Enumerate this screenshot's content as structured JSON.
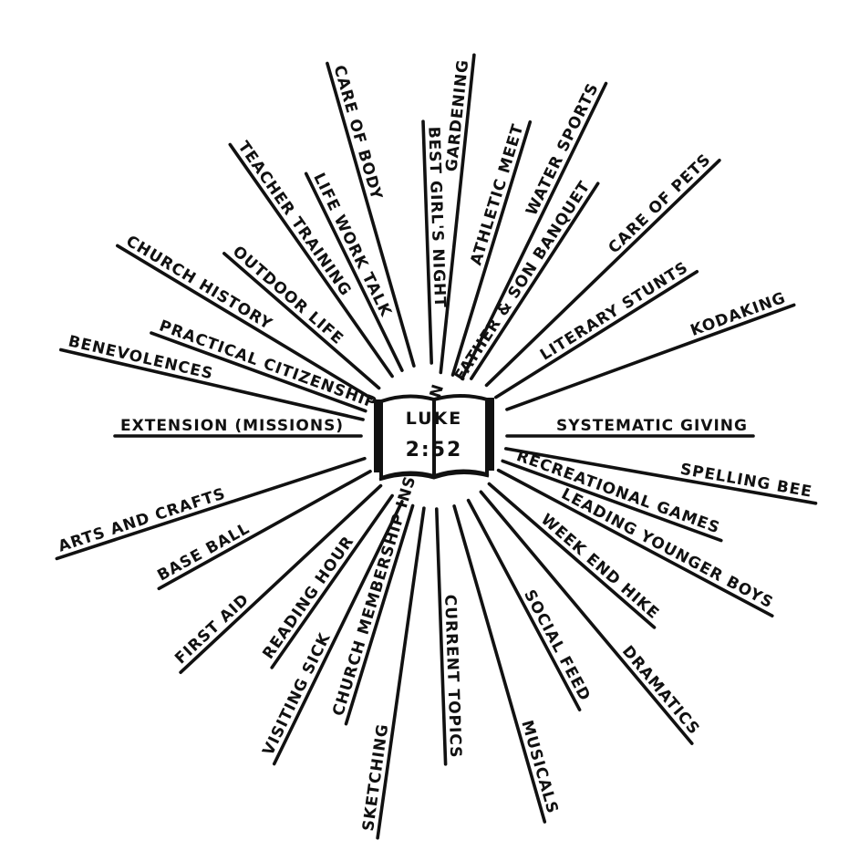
{
  "center": {
    "line1": "LUKE",
    "line2": "2:52"
  },
  "labels": [
    "GARDENING",
    "ATHLETIC MEET",
    "WATER SPORTS",
    "FATHER & SON BANQUET",
    "CARE OF PETS",
    "LITERARY STUNTS",
    "KODAKING",
    "SYSTEMATIC GIVING",
    "SPELLING BEE",
    "RECREATIONAL GAMES",
    "LEADING YOUNGER BOYS",
    "WEEK END HIKE",
    "DRAMATICS",
    "SOCIAL FEED",
    "MUSICALS",
    "CURRENT TOPICS",
    "SKETCHING",
    "CHURCH MEMBERSHIP INSTRUCTION",
    "VISITING SICK",
    "READING HOUR",
    "FIRST AID",
    "BASE BALL",
    "ARTS AND CRAFTS",
    "EXTENSION (MISSIONS)",
    "BENEVOLENCES",
    "PRACTICAL CITIZENSHIP",
    "CHURCH HISTORY",
    "OUTDOOR LIFE",
    "TEACHER TRAINING",
    "LIFE WORK TALK",
    "CARE OF BODY",
    "BEST GIRL'S NIGHT"
  ]
}
